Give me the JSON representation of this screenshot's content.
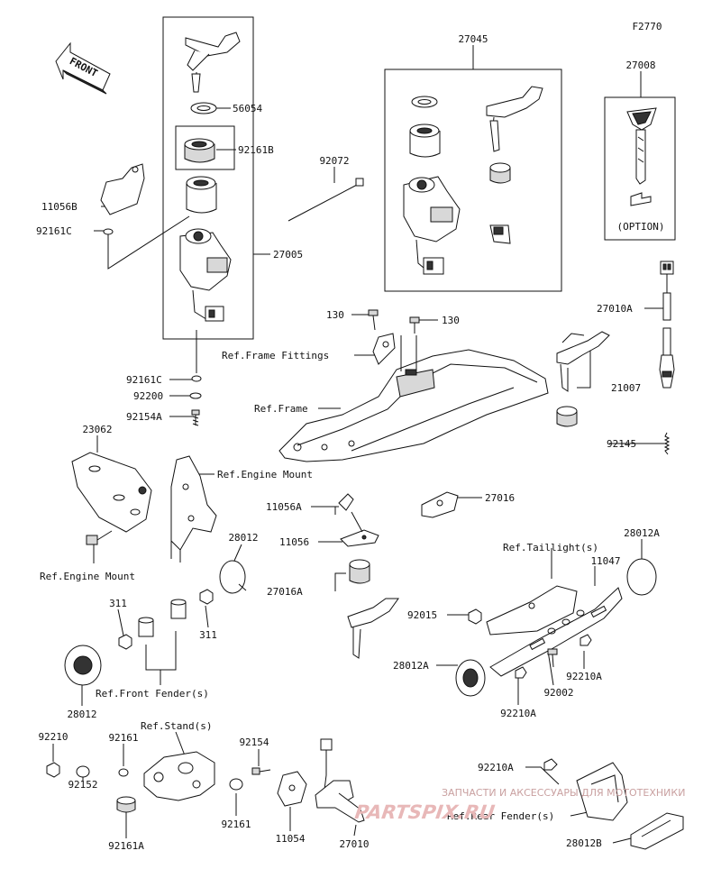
{
  "figure_code": "F2770",
  "front_label": "FRONT",
  "option_label": "(OPTION)",
  "labels": {
    "p27045": "27045",
    "p27008": "27008",
    "p56054": "56054",
    "p92161B": "92161B",
    "p92072": "92072",
    "p11056B": "11056B",
    "p92161C_a": "92161C",
    "p27005": "27005",
    "p130_a": "130",
    "p130_b": "130",
    "p27010A": "27010A",
    "ref_frame_fittings": "Ref.Frame Fittings",
    "p92161C_b": "92161C",
    "p92200": "92200",
    "p92154A": "92154A",
    "ref_frame": "Ref.Frame",
    "p21007": "21007",
    "p92145": "92145",
    "p23062": "23062",
    "ref_engine_mount_a": "Ref.Engine Mount",
    "p11056A": "11056A",
    "p27016": "27016",
    "p11056": "11056",
    "ref_taillights": "Ref.Taillight(s)",
    "p28012A_a": "28012A",
    "p28012_a": "28012",
    "p11047": "11047",
    "ref_engine_mount_b": "Ref.Engine Mount",
    "p27016A": "27016A",
    "p311_a": "311",
    "p92015": "92015",
    "p311_b": "311",
    "p28012A_b": "28012A",
    "p92210A_a": "92210A",
    "p92002": "92002",
    "p28012_b": "28012",
    "ref_front_fender": "Ref.Front Fender(s)",
    "p92210A_b": "92210A",
    "ref_stand": "Ref.Stand(s)",
    "p92210": "92210",
    "p92161_a": "92161",
    "p92154": "92154",
    "p92210A_c": "92210A",
    "p92152": "92152",
    "ref_rear_fender": "Ref.Rear Fender(s)",
    "p92161_b": "92161",
    "p11054": "11054",
    "p27010": "27010",
    "p92161A": "92161A",
    "p28012B": "28012B"
  },
  "watermark": {
    "line1": "ЗАПЧАСТИ И АКСЕССУАРЫ ДЛЯ МОТОТЕХНИКИ",
    "line2": "PARTSPIX.RU"
  }
}
